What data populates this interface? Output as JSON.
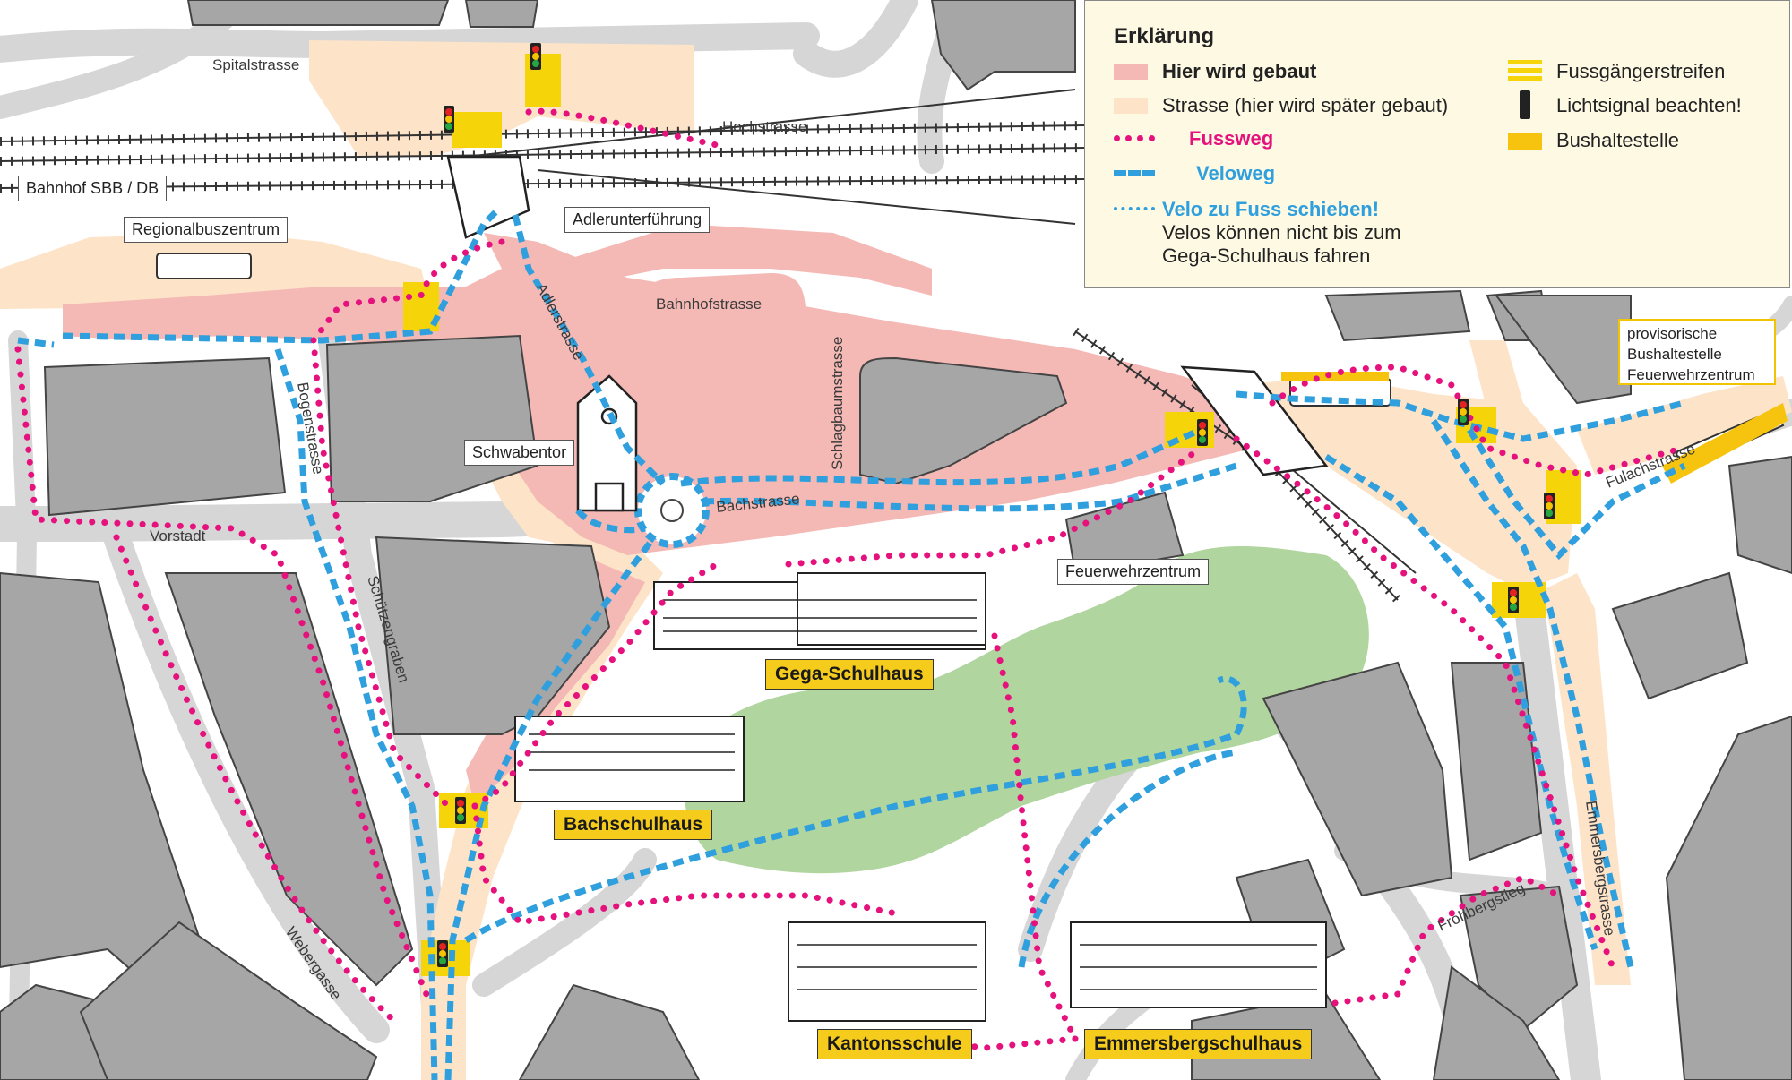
{
  "legend": {
    "title": "Erklärung",
    "construction": "Hier wird gebaut",
    "later_construction": "Strasse (hier wird später gebaut)",
    "footpath": "Fussweg",
    "bike_path": "Veloweg",
    "push_bike_title": "Velo zu Fuss schieben!",
    "push_bike_line1": "Velos können nicht bis zum",
    "push_bike_line2": "Gega-Schulhaus fahren",
    "crosswalk": "Fussgängerstreifen",
    "traffic_light": "Lichtsignal beachten!",
    "bus_stop": "Bushaltestelle",
    "colors": {
      "construction": "#f4b9b5",
      "later_construction": "#fde3c8",
      "footpath": "#e5127d",
      "bike_path": "#2f9fdd",
      "crosswalk": "#f5d50a",
      "bus_stop": "#f6c40e",
      "park": "#b1d59e",
      "building": "#a6a6a6",
      "road": "#d6d6d6"
    }
  },
  "streets": {
    "spitalstrasse": "Spitalstrasse",
    "hochstrasse": "Hochstrasse",
    "adlerstrasse": "Adlerstrasse",
    "bahnhofstrasse": "Bahnhofstrasse",
    "schlagbaumstrasse": "Schlagbaumstrasse",
    "bogenstrasse": "Bogenstrasse",
    "bachstrasse": "Bachstrasse",
    "vorstadt": "Vorstadt",
    "schuetzengraben": "Schützengraben",
    "webergasse": "Webergasse",
    "fulachstrasse": "Fulachstrasse",
    "emmersbergstrasse": "Emmersbergstrasse",
    "frohbergstieg": "Frohbergstieg"
  },
  "places": {
    "bahnhof": "Bahnhof SBB / DB",
    "regionalbus": "Regionalbuszentrum",
    "adlerunterfuehrung": "Adlerunterführung",
    "schwabentor": "Schwabentor",
    "feuerwehrzentrum": "Feuerwehrzentrum",
    "prov_line1": "provisorische",
    "prov_line2": "Bushaltestelle",
    "prov_line3": "Feuerwehrzentrum"
  },
  "schools": {
    "gega": "Gega-Schulhaus",
    "bach": "Bachschulhaus",
    "kanti": "Kantonsschule",
    "emmersberg": "Emmersbergschulhaus"
  }
}
